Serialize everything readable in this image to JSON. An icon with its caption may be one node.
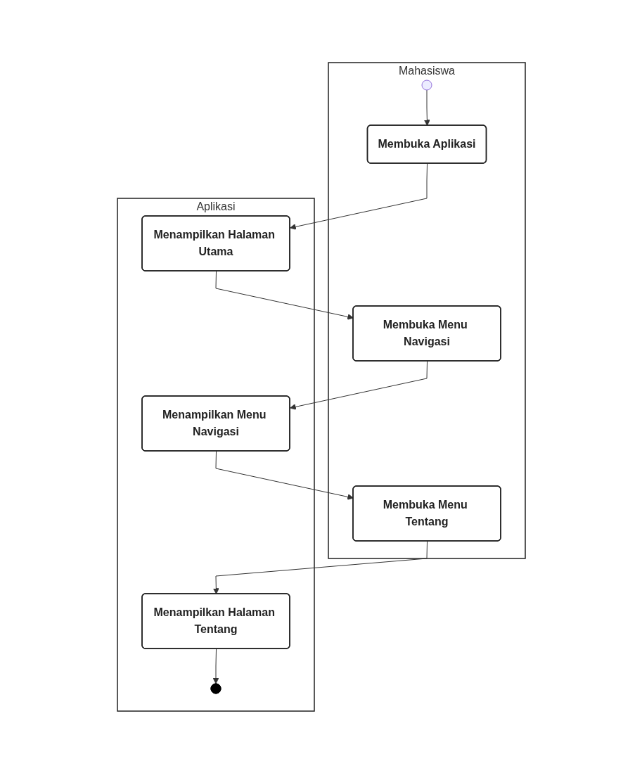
{
  "diagram": {
    "nodes": [
      {
        "text": [
          "Mahasiswa"
        ]
      },
      {
        "text": [
          "Aplikasi"
        ]
      },
      {
        "text": [],
        "shape": "circle",
        "in": 0
      },
      {
        "text": [
          "Membuka Aplikasi"
        ],
        "in": 0
      },
      {
        "text": [
          "Menampilkan Halaman Utama"
        ],
        "in": 1
      },
      {
        "text": [
          "Membuka Menu Navigasi"
        ],
        "in": 0
      },
      {
        "text": [
          "Menampilkan Menu Navigasi"
        ],
        "in": 1
      },
      {
        "text": [
          "Membuka Menu Tentang"
        ],
        "in": 0
      },
      {
        "text": [
          "Menampilkan Halaman Tentang"
        ],
        "in": 1
      },
      {
        "text": [],
        "shape": "bullseye",
        "in": 1
      }
    ],
    "edges": [
      {
        "from": 2,
        "to": 3,
        "arrow": "to"
      },
      {
        "from": 3,
        "to": 4,
        "arrow": "to"
      },
      {
        "from": 4,
        "to": 5,
        "arrow": "to"
      },
      {
        "from": 5,
        "to": 6,
        "arrow": "to"
      },
      {
        "from": 6,
        "to": 7,
        "arrow": "to"
      },
      {
        "from": 7,
        "to": 8,
        "arrow": "to"
      },
      {
        "from": 8,
        "to": 9,
        "arrow": "to"
      }
    ]
  }
}
